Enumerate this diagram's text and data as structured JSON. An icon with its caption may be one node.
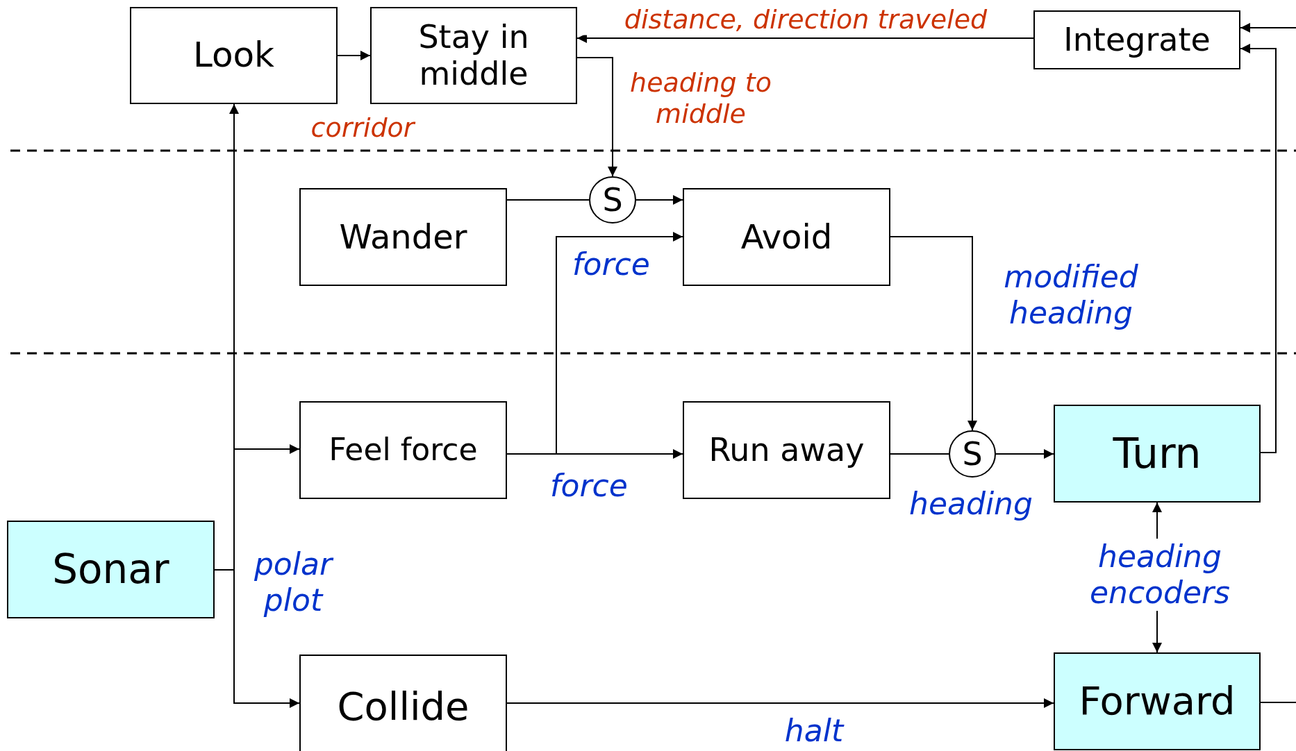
{
  "diagram": {
    "nodes": [
      {
        "text": [
          "Look"
        ]
      },
      {
        "text": [
          "Stay in middle"
        ]
      },
      {
        "text": [
          "Integrate"
        ]
      },
      {
        "text": [
          "Wander"
        ]
      },
      {
        "text": [
          "S"
        ]
      },
      {
        "text": [
          "Avoid"
        ]
      },
      {
        "text": [
          "Feel force"
        ]
      },
      {
        "text": [
          "Run away"
        ]
      },
      {
        "text": [
          "S"
        ]
      },
      {
        "text": [
          "Turn"
        ]
      },
      {
        "text": [
          "Sonar"
        ]
      },
      {
        "text": [
          "Collide"
        ]
      },
      {
        "text": [
          "Forward"
        ]
      }
    ],
    "edges": [
      {
        "from": 0,
        "to": 1,
        "arrow": "to",
        "label": "corridor"
      },
      {
        "from": 2,
        "to": 1,
        "arrow": "to",
        "label": "distance, direction traveled"
      },
      {
        "from": 1,
        "to": 4,
        "arrow": "to",
        "label": "heading to middle"
      },
      {
        "from": 3,
        "to": 4,
        "arrow": "none"
      },
      {
        "from": 4,
        "to": 5,
        "arrow": "to"
      },
      {
        "from": 6,
        "to": 5,
        "arrow": "to",
        "label": "force"
      },
      {
        "from": 6,
        "to": 7,
        "arrow": "to",
        "label": "force"
      },
      {
        "from": 5,
        "to": 8,
        "arrow": "to",
        "label": "modified heading"
      },
      {
        "from": 7,
        "to": 8,
        "arrow": "none"
      },
      {
        "from": 8,
        "to": 9,
        "arrow": "to",
        "label": "heading"
      },
      {
        "from": 9,
        "to": 12,
        "arrow": "both",
        "label": "heading encoders"
      },
      {
        "from": 9,
        "to": 2,
        "arrow": "to"
      },
      {
        "from": 12,
        "to": null,
        "arrow": "none"
      },
      {
        "from": null,
        "to": 2,
        "arrow": "to"
      },
      {
        "from": 10,
        "to": 0,
        "arrow": "to",
        "label": "polar plot"
      },
      {
        "from": 10,
        "to": 6,
        "arrow": "to"
      },
      {
        "from": 10,
        "to": 11,
        "arrow": "to"
      },
      {
        "from": 11,
        "to": 12,
        "arrow": "to",
        "label": "halt"
      }
    ]
  }
}
